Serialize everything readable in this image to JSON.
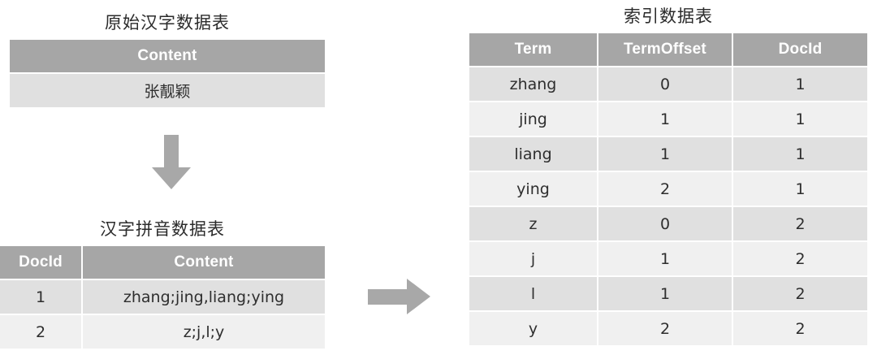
{
  "page": {
    "background": "#ffffff",
    "header_color": "#a6a6a6",
    "row_odd_color": "#e0e0e0",
    "row_even_color": "#f0f0f0",
    "arrow_color": "#a8a8a8"
  },
  "source_table": {
    "title": "原始汉字数据表",
    "columns": [
      "Content"
    ],
    "rows": [
      [
        "张靓颖"
      ]
    ]
  },
  "pinyin_table": {
    "title": "汉字拼音数据表",
    "columns": [
      "DocId",
      "Content"
    ],
    "rows": [
      [
        "1",
        "zhang;jing,liang;ying"
      ],
      [
        "2",
        "z;j,l;y"
      ]
    ]
  },
  "index_table": {
    "title": "索引数据表",
    "columns": [
      "Term",
      "TermOffset",
      "DocId"
    ],
    "rows": [
      [
        "zhang",
        "0",
        "1"
      ],
      [
        "jing",
        "1",
        "1"
      ],
      [
        "liang",
        "1",
        "1"
      ],
      [
        "ying",
        "2",
        "1"
      ],
      [
        "z",
        "0",
        "2"
      ],
      [
        "j",
        "1",
        "2"
      ],
      [
        "l",
        "1",
        "2"
      ],
      [
        "y",
        "2",
        "2"
      ]
    ]
  },
  "arrows": [
    {
      "name": "arrow-down-icon",
      "direction": "down"
    },
    {
      "name": "arrow-right-icon",
      "direction": "right"
    }
  ]
}
